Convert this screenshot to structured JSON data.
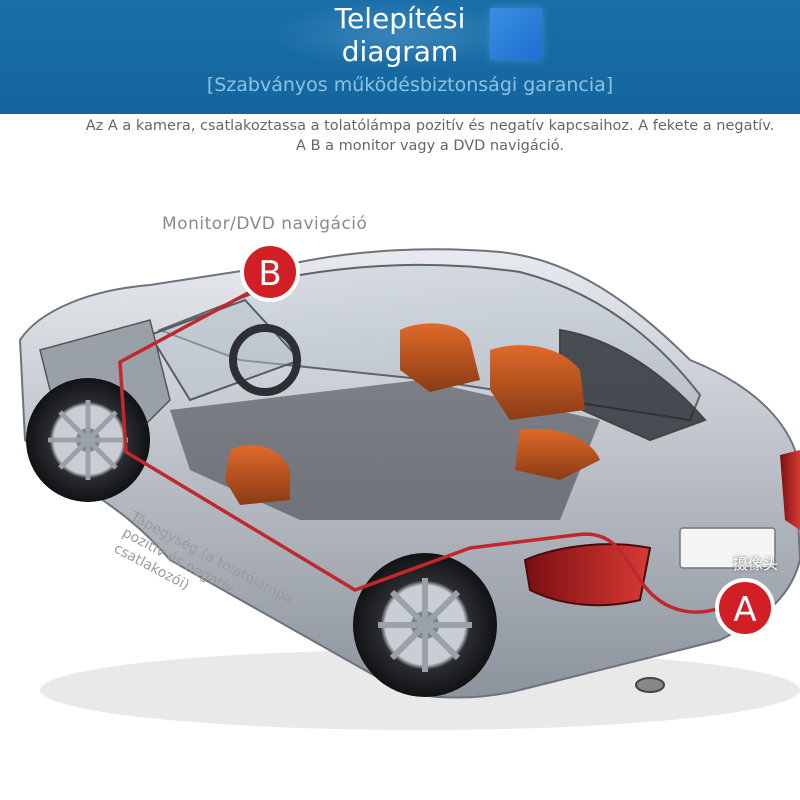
{
  "header": {
    "title": "Telepítési diagram",
    "subtitle": "[Szabványos működésbiztonsági garancia]"
  },
  "caption": "Az A a kamera, csatlakoztassa a tolatólámpa pozitív és negatív kapcsaihoz. A fekete a negatív. A B a monitor vagy a DVD navigáció.",
  "labels": {
    "monitor": "Monitor/DVD navigáció",
    "camera": "摄像头",
    "wire": "Tápegység (a tolatólámpa pozitív és negatív csatlakozói)"
  },
  "markers": {
    "b": "B",
    "a": "A"
  },
  "colors": {
    "header": "#13659d",
    "marker": "#d21f26",
    "wire": "#c0282d"
  }
}
